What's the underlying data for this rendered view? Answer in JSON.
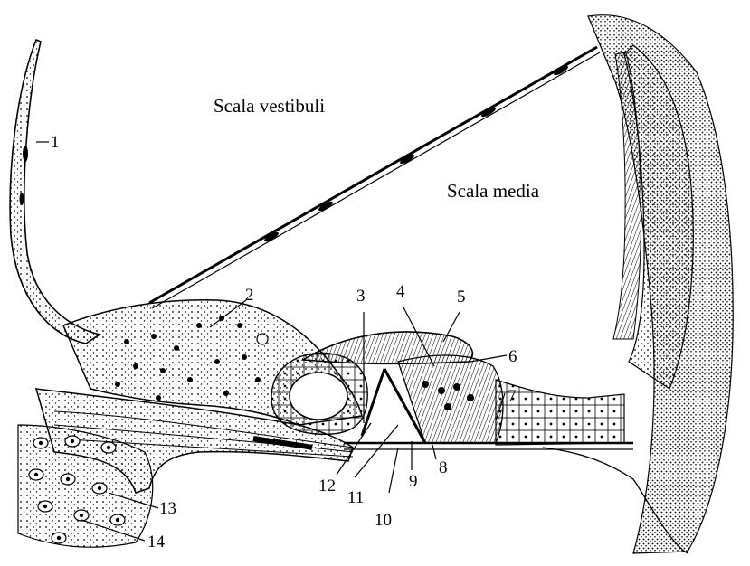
{
  "regions": {
    "scala_vestibuli": "Scala vestibuli",
    "scala_media": "Scala media"
  },
  "labels": {
    "l1": "1",
    "l2": "2",
    "l3": "3",
    "l4": "4",
    "l5": "5",
    "l6": "6",
    "l7": "7",
    "l8": "8",
    "l9": "9",
    "l10": "10",
    "l11": "11",
    "l12": "12",
    "l13": "13",
    "l14": "14"
  },
  "colors": {
    "ink": "#000000",
    "paper": "#ffffff"
  }
}
